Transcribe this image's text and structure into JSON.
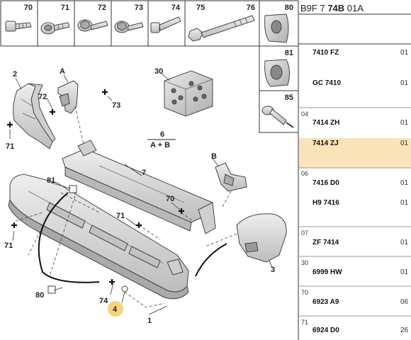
{
  "header": {
    "prefix": "B9F 7",
    "bold": "74B",
    "suffix": "01A"
  },
  "fastener_boxes": [
    "70",
    "71",
    "72",
    "73",
    "74",
    "76",
    "80",
    "81",
    "85"
  ],
  "fastener_box_75": "75",
  "callouts": {
    "c2": "2",
    "cA": "A",
    "c72": "72",
    "c73": "73",
    "c30": "30",
    "c6": "6",
    "cAB": "A + B",
    "c71a": "71",
    "c81": "81",
    "c7": "7",
    "cB": "B",
    "c70": "70",
    "c71b": "71",
    "c71c": "71",
    "c3": "3",
    "c80": "80",
    "c74": "74",
    "c4": "4",
    "c1": "1"
  },
  "table": {
    "rows": [
      {
        "group": "",
        "code": "7410 FZ",
        "qty": "01"
      },
      {
        "group": "",
        "code": "GC 7410",
        "qty": "01"
      },
      {
        "group": "04",
        "code": "7414 ZH",
        "qty": "01"
      },
      {
        "group": "",
        "code": "7414 ZJ",
        "qty": "01",
        "highlight": true
      },
      {
        "group": "06",
        "code": "7416 D0",
        "qty": "01"
      },
      {
        "group": "",
        "code": "H9 7416",
        "qty": "01"
      },
      {
        "group": "07",
        "code": "ZF 7414",
        "qty": "01"
      },
      {
        "group": "30",
        "code": "6999 HW",
        "qty": "01"
      },
      {
        "group": "70",
        "code": "6923 A9",
        "qty": "06"
      },
      {
        "group": "71",
        "code": "6924 D0",
        "qty": "26"
      }
    ]
  },
  "colors": {
    "highlight_row": "#f9e3b8",
    "marker_4": "#f6d27a",
    "part_fill": "#d7d7d7",
    "part_stroke": "#444444"
  }
}
